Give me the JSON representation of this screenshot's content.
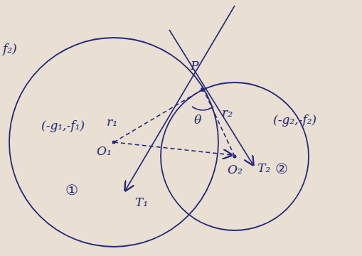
{
  "diagram": {
    "nodes": [
      {
        "text": [
          "①"
        ]
      },
      {
        "text": [
          "②"
        ]
      }
    ],
    "labels": [
      "f₂)",
      "P",
      "(-g₁,-f₁)",
      "r₁",
      "O₁",
      "θ",
      "r₂",
      "(-g₂,-f₂)",
      "O₂",
      "T₁",
      "T₂"
    ]
  }
}
